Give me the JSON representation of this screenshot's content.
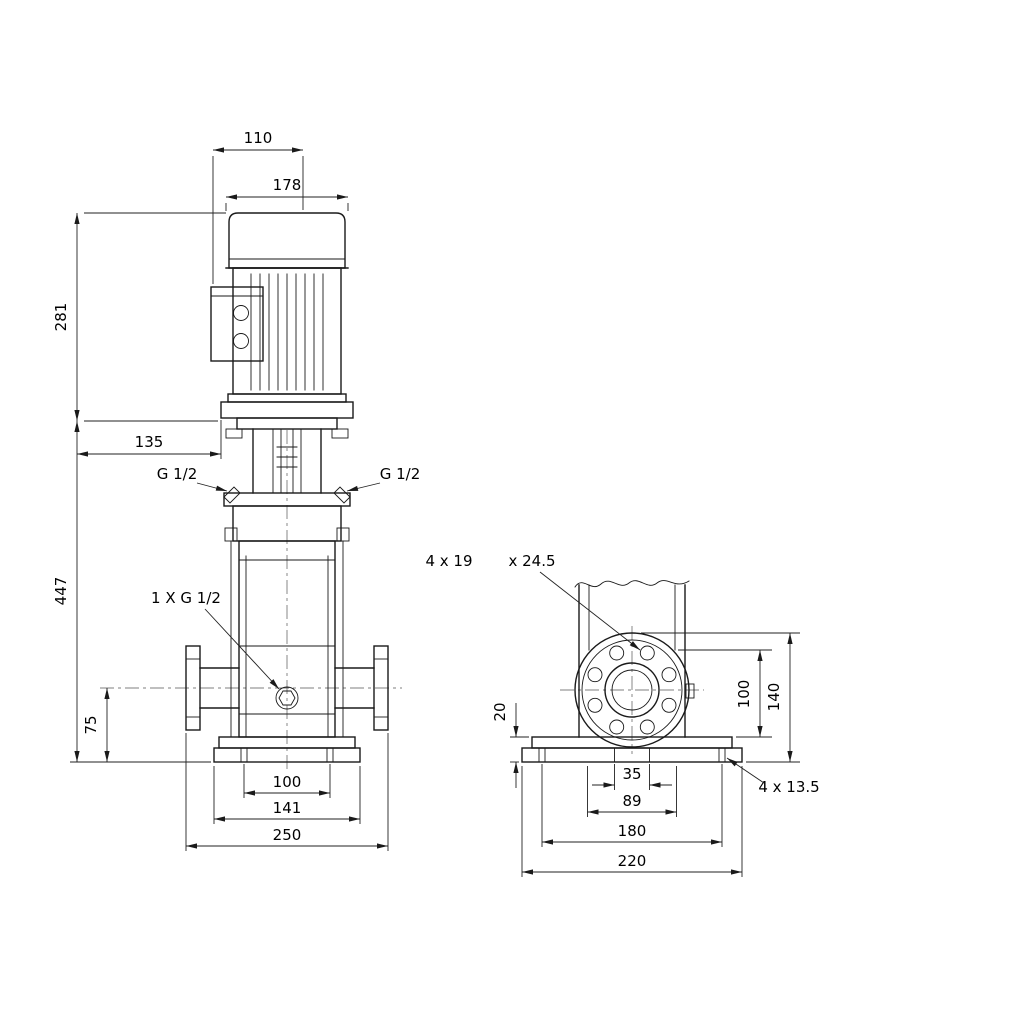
{
  "front_view": {
    "dim_motor_depth": "110",
    "dim_motor_width": "178",
    "dim_motor_height": "281",
    "dim_flange_offset": "135",
    "dim_pump_height": "447",
    "dim_port_height": "75",
    "dim_base_holes": "100",
    "dim_base_width": "141",
    "dim_port_span": "250",
    "plug_left": "G 1/2",
    "plug_right": "G 1/2",
    "drain_plug": "1 X G 1/2"
  },
  "side_view": {
    "flange_holes": "4 x 19",
    "flange_counterbore": "x 24.5",
    "dim_base_thickness": "20",
    "dim_flange_center": "100",
    "dim_flange_top": "140",
    "dim_foot_width": "35",
    "dim_foot_span": "89",
    "dim_bolt_spacing": "180",
    "dim_base_length": "220",
    "base_holes": "4 x 13.5"
  }
}
